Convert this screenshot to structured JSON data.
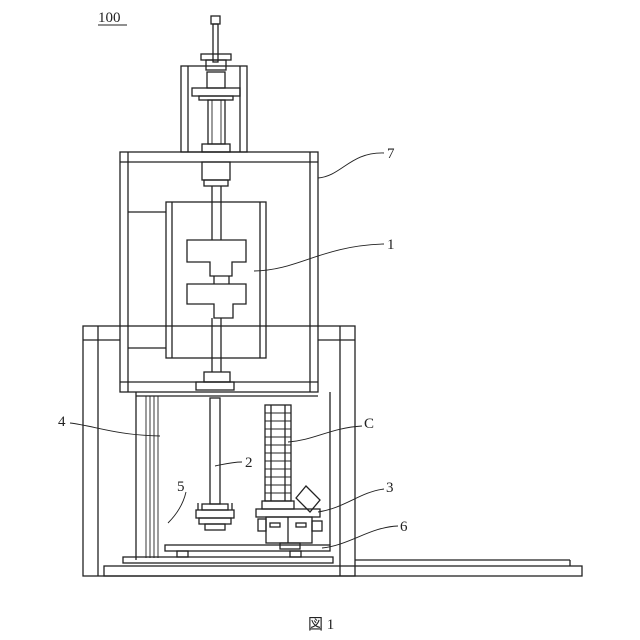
{
  "figure": {
    "number_label": "100",
    "caption": "図 1"
  },
  "labels": {
    "l7": "7",
    "l1": "1",
    "l4": "4",
    "l2": "2",
    "lC": "C",
    "l5": "5",
    "l3": "3",
    "l6": "6"
  }
}
